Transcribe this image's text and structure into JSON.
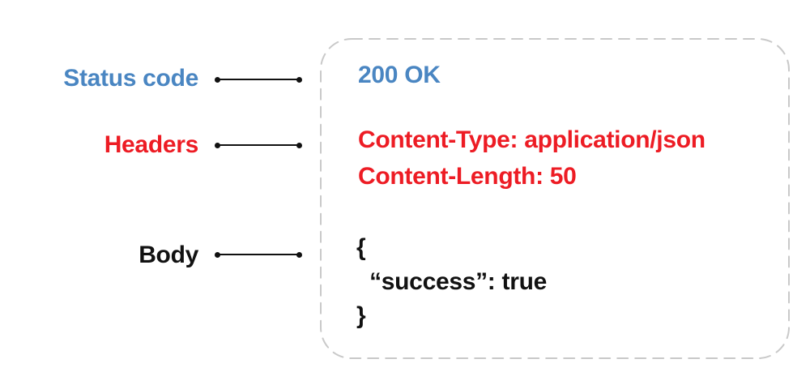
{
  "colors": {
    "blue": "#4A86C2",
    "red": "#ED1C24",
    "black": "#111111",
    "border": "#C9C9C9"
  },
  "labels": {
    "status_code": "Status code",
    "headers": "Headers",
    "body": "Body"
  },
  "response": {
    "status_line": "200 OK",
    "headers": [
      "Content-Type: application/json",
      "Content-Length: 50"
    ],
    "body_lines": [
      "{",
      "  “success”: true",
      "}"
    ]
  }
}
